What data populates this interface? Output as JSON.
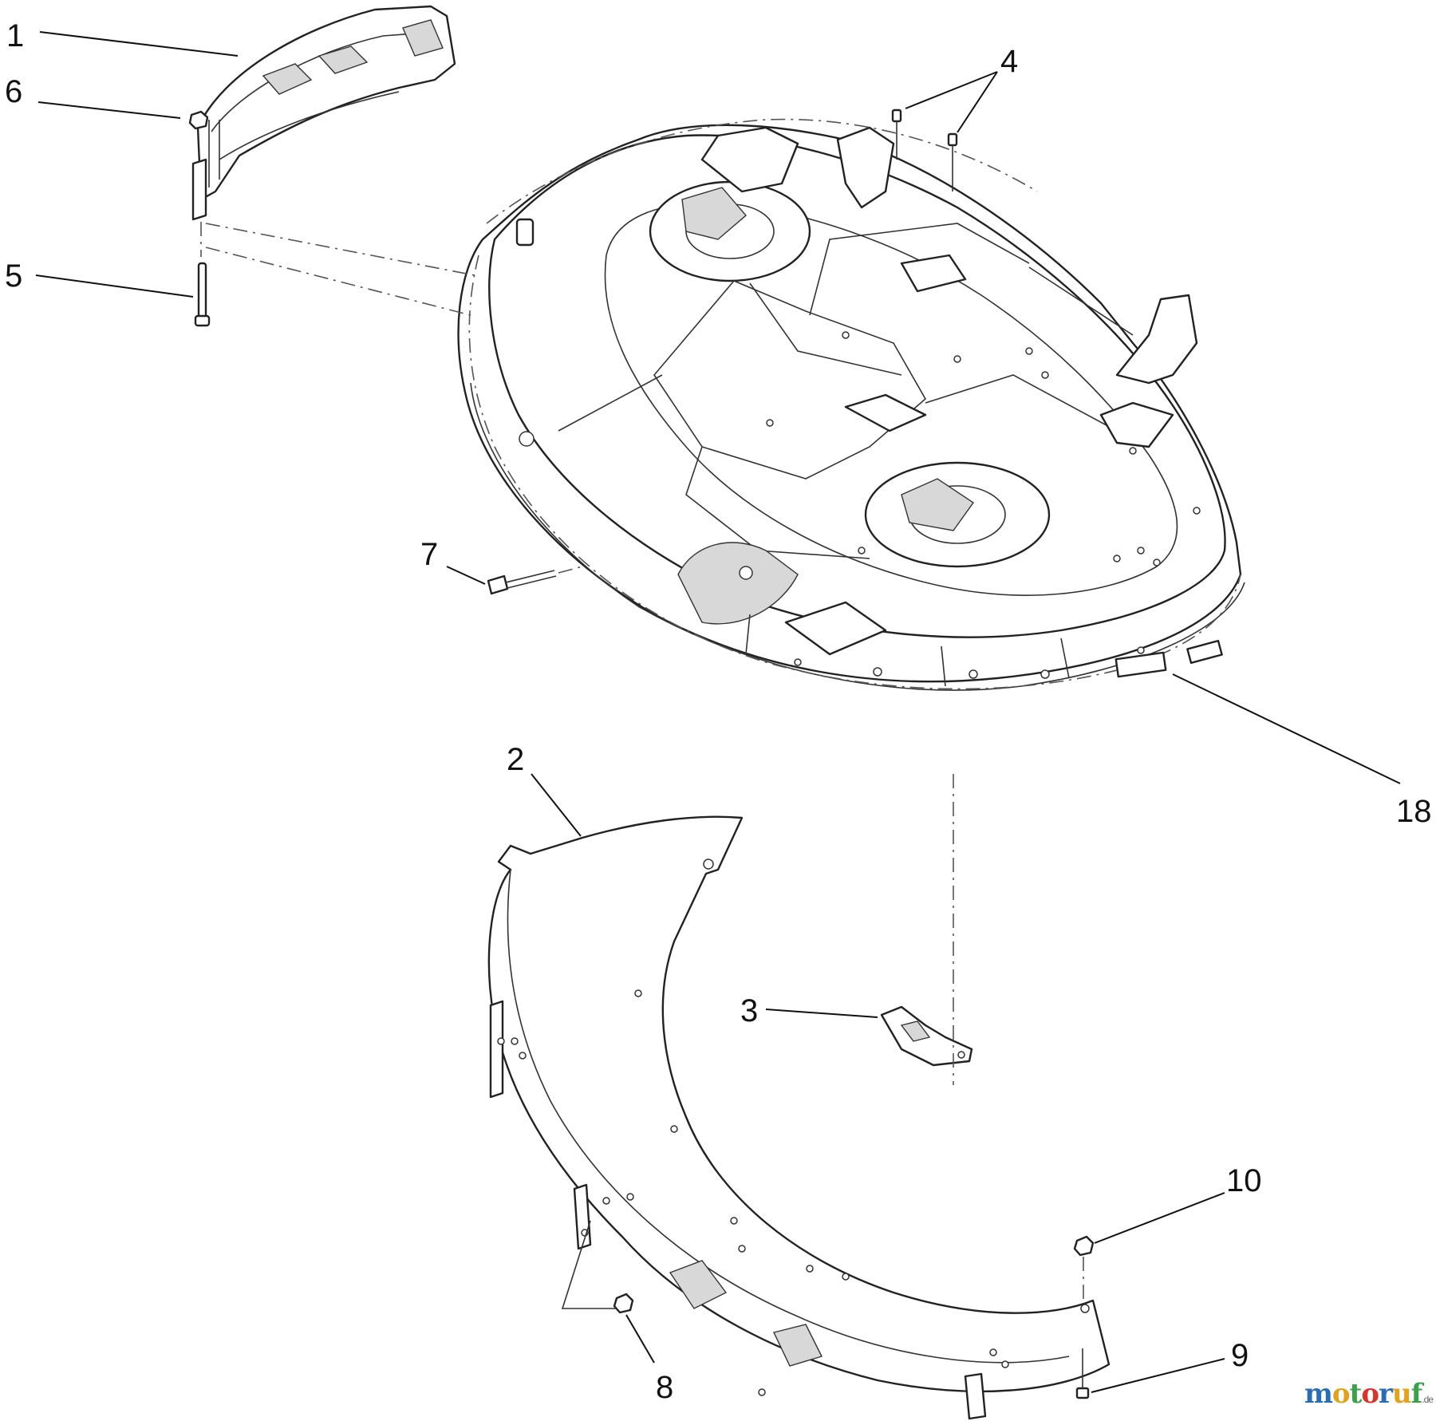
{
  "callouts": {
    "c1": "1",
    "c2": "2",
    "c3": "3",
    "c4": "4",
    "c5": "5",
    "c6": "6",
    "c7": "7",
    "c8": "8",
    "c9": "9",
    "c10": "10",
    "c18": "18"
  },
  "watermark": {
    "letters": [
      "m",
      "o",
      "t",
      "o",
      "r",
      "u",
      "f"
    ],
    "colors": [
      "#2a6db4",
      "#e2a21b",
      "#3aa14a",
      "#d9342b",
      "#2a6db4",
      "#e2a21b",
      "#3aa14a"
    ],
    "suffix": ".de"
  }
}
